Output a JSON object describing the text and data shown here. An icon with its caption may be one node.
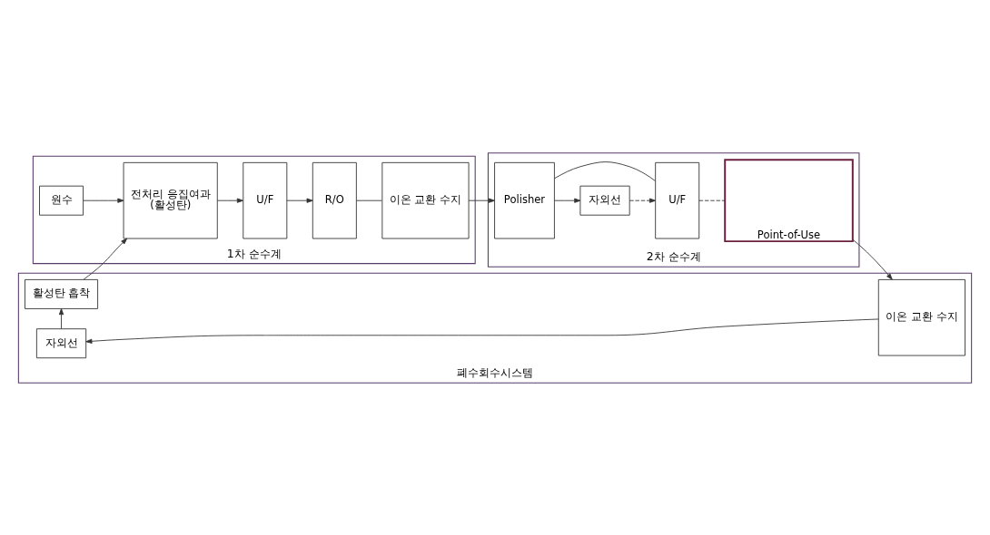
{
  "diagram": {
    "nodes": [
      {
        "text": [
          "1차 순수계"
        ]
      },
      {
        "text": [
          "원수"
        ],
        "in": 0
      },
      {
        "text": [
          "전처리 응집여과",
          "(활성탄)"
        ],
        "in": 0
      },
      {
        "text": [
          "U/F"
        ],
        "in": 0
      },
      {
        "text": [
          "R/O"
        ],
        "in": 0
      },
      {
        "text": [
          "이온 교환 수지"
        ],
        "in": 0
      },
      {
        "text": [
          "2차 순수계"
        ]
      },
      {
        "text": [
          "Polisher"
        ],
        "in": 6
      },
      {
        "text": [
          "자외선"
        ],
        "in": 6
      },
      {
        "text": [
          "U/F"
        ],
        "in": 6
      },
      {
        "text": [
          "Point-of-Use"
        ],
        "in": 6
      },
      {
        "text": [
          "폐수회수시스템"
        ]
      },
      {
        "text": [
          "활성탄 흡착"
        ],
        "in": 11
      },
      {
        "text": [
          "자외선"
        ],
        "in": 11
      },
      {
        "text": [
          "이온 교환 수지"
        ],
        "in": 11
      }
    ],
    "edges": [
      {
        "from": 1,
        "to": 2,
        "arrow": "to"
      },
      {
        "from": 2,
        "to": 3,
        "arrow": "to"
      },
      {
        "from": 3,
        "to": 4,
        "arrow": "to"
      },
      {
        "from": 4,
        "to": 5,
        "arrow": "none"
      },
      {
        "from": 5,
        "to": 7,
        "arrow": "to"
      },
      {
        "from": 7,
        "to": 8,
        "arrow": "to"
      },
      {
        "from": 8,
        "to": 9,
        "arrow": "to",
        "style": "dashed"
      },
      {
        "from": 9,
        "to": 7,
        "arrow": "none"
      },
      {
        "from": 9,
        "to": 10,
        "arrow": "none",
        "style": "dashed"
      },
      {
        "from": 10,
        "to": 14,
        "arrow": "to"
      },
      {
        "from": 14,
        "to": 13,
        "arrow": "to"
      },
      {
        "from": 13,
        "to": 12,
        "arrow": "to"
      },
      {
        "from": 12,
        "to": 2,
        "arrow": "to"
      }
    ]
  }
}
